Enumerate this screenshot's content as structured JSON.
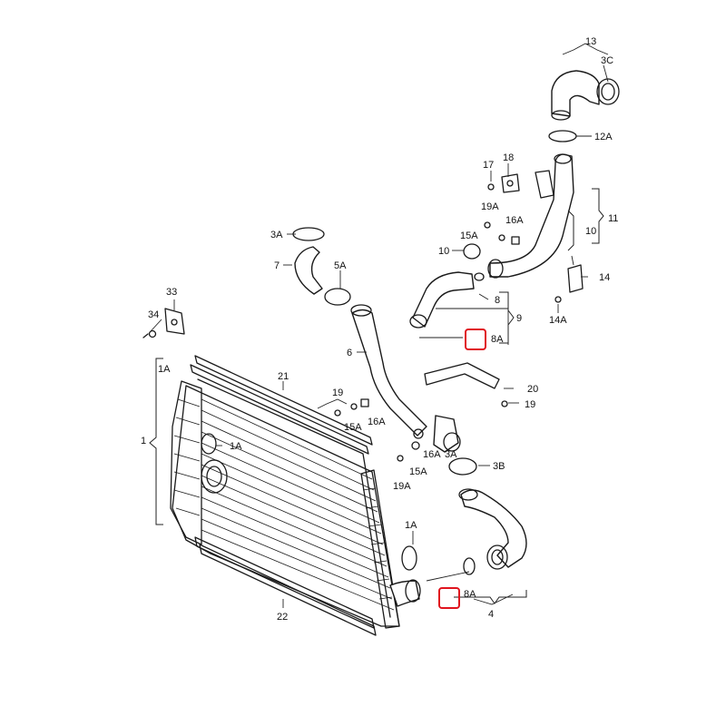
{
  "labels": {
    "l13": "13",
    "l3C": "3C",
    "l12A": "12A",
    "l17": "17",
    "l18": "18",
    "l19A_top": "19A",
    "l16A_top": "16A",
    "l15A_top": "15A",
    "l10_ring": "10",
    "l11": "11",
    "l10_brace": "10",
    "l14": "14",
    "l14A": "14A",
    "l3A_top": "3A",
    "l7": "7",
    "l5A": "5A",
    "l8": "8",
    "l9": "9",
    "l8A_top": "8A",
    "l33": "33",
    "l34": "34",
    "l6": "6",
    "l1A_left": "1A",
    "l21": "21",
    "l20": "20",
    "l19_right": "19",
    "l19_mid": "19",
    "l15A_mid": "15A",
    "l16A_mid": "16A",
    "l1": "1",
    "l1A_mid": "1A",
    "l16A_low": "16A",
    "l3A_low": "3A",
    "l3B": "3B",
    "l15A_low": "15A",
    "l19A_low": "19A",
    "l1A_low": "1A",
    "l8A_low": "8A",
    "l4": "4",
    "l22": "22"
  },
  "colors": {
    "line": "#1a1a1a",
    "highlight": "#e0141e",
    "background": "#ffffff"
  }
}
